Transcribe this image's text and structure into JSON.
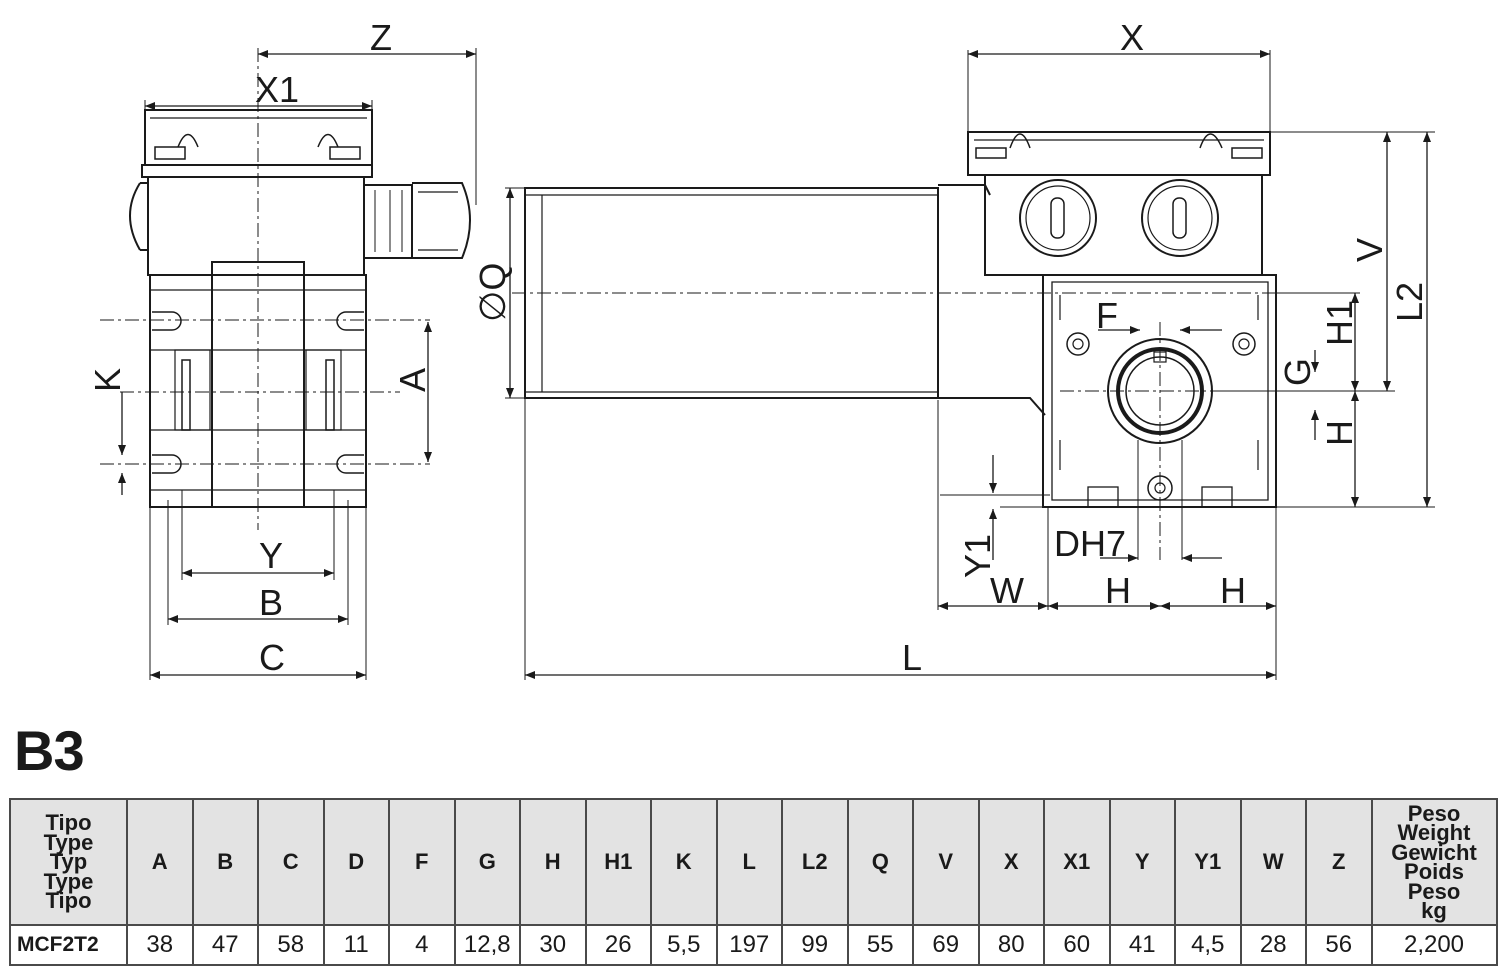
{
  "drawing": {
    "dimension_labels": {
      "Z": "Z",
      "X1": "X1",
      "K": "K",
      "A": "A",
      "Y": "Y",
      "B": "B",
      "C": "C",
      "Q": "∅Q",
      "X": "X",
      "V": "V",
      "L2": "L2",
      "F": "F",
      "H1": "H1",
      "G": "G",
      "H": "H",
      "DH7": "DH7",
      "Y1": "Y1",
      "W": "W",
      "L": "L"
    }
  },
  "variant": "B3",
  "table": {
    "header_first": [
      "Tipo",
      "Type",
      "Typ",
      "Type",
      "Tipo"
    ],
    "columns": [
      "A",
      "B",
      "C",
      "D",
      "F",
      "G",
      "H",
      "H1",
      "K",
      "L",
      "L2",
      "Q",
      "V",
      "X",
      "X1",
      "Y",
      "Y1",
      "W",
      "Z"
    ],
    "header_last": [
      "Peso",
      "Weight",
      "Gewicht",
      "Poids",
      "Peso",
      "kg"
    ],
    "row": {
      "model": "MCF2T2",
      "values": [
        "38",
        "47",
        "58",
        "11",
        "4",
        "12,8",
        "30",
        "26",
        "5,5",
        "197",
        "99",
        "55",
        "69",
        "80",
        "60",
        "41",
        "4,5",
        "28",
        "56"
      ],
      "weight": "2,200"
    }
  }
}
